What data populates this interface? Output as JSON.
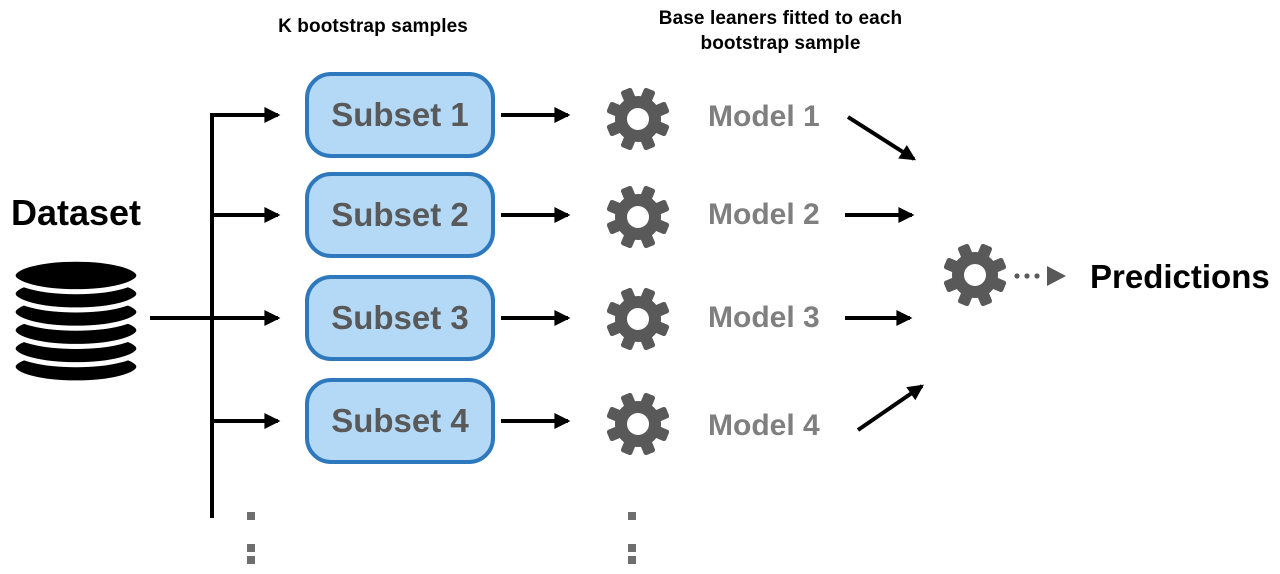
{
  "diagram": {
    "headers": {
      "bootstrap_samples": "K bootstrap samples",
      "base_learners_line1": "Base leaners fitted to each",
      "base_learners_line2": "bootstrap sample"
    },
    "dataset": {
      "label": "Dataset",
      "icon": "database-stack-icon"
    },
    "subsets": [
      {
        "label": "Subset 1"
      },
      {
        "label": "Subset 2"
      },
      {
        "label": "Subset 3"
      },
      {
        "label": "Subset 4"
      }
    ],
    "models": [
      {
        "label": "Model 1",
        "icon": "gear-icon"
      },
      {
        "label": "Model 2",
        "icon": "gear-icon"
      },
      {
        "label": "Model 3",
        "icon": "gear-icon"
      },
      {
        "label": "Model 4",
        "icon": "gear-icon"
      }
    ],
    "aggregator": {
      "icon": "gear-icon"
    },
    "predictions_label": "Predictions",
    "continuation": {
      "icon": "vertical-ellipsis-dots",
      "columns": 2
    },
    "colors": {
      "subset_fill": "#b3d9f7",
      "subset_border": "#2e79bd",
      "subset_text": "#595959",
      "model_text": "#7f7f7f",
      "gear": "#595959",
      "arrow": "#000000",
      "dotted_arrow": "#595959",
      "header_text": "#000000",
      "ellipsis_dots": "#6e6e6e"
    }
  }
}
